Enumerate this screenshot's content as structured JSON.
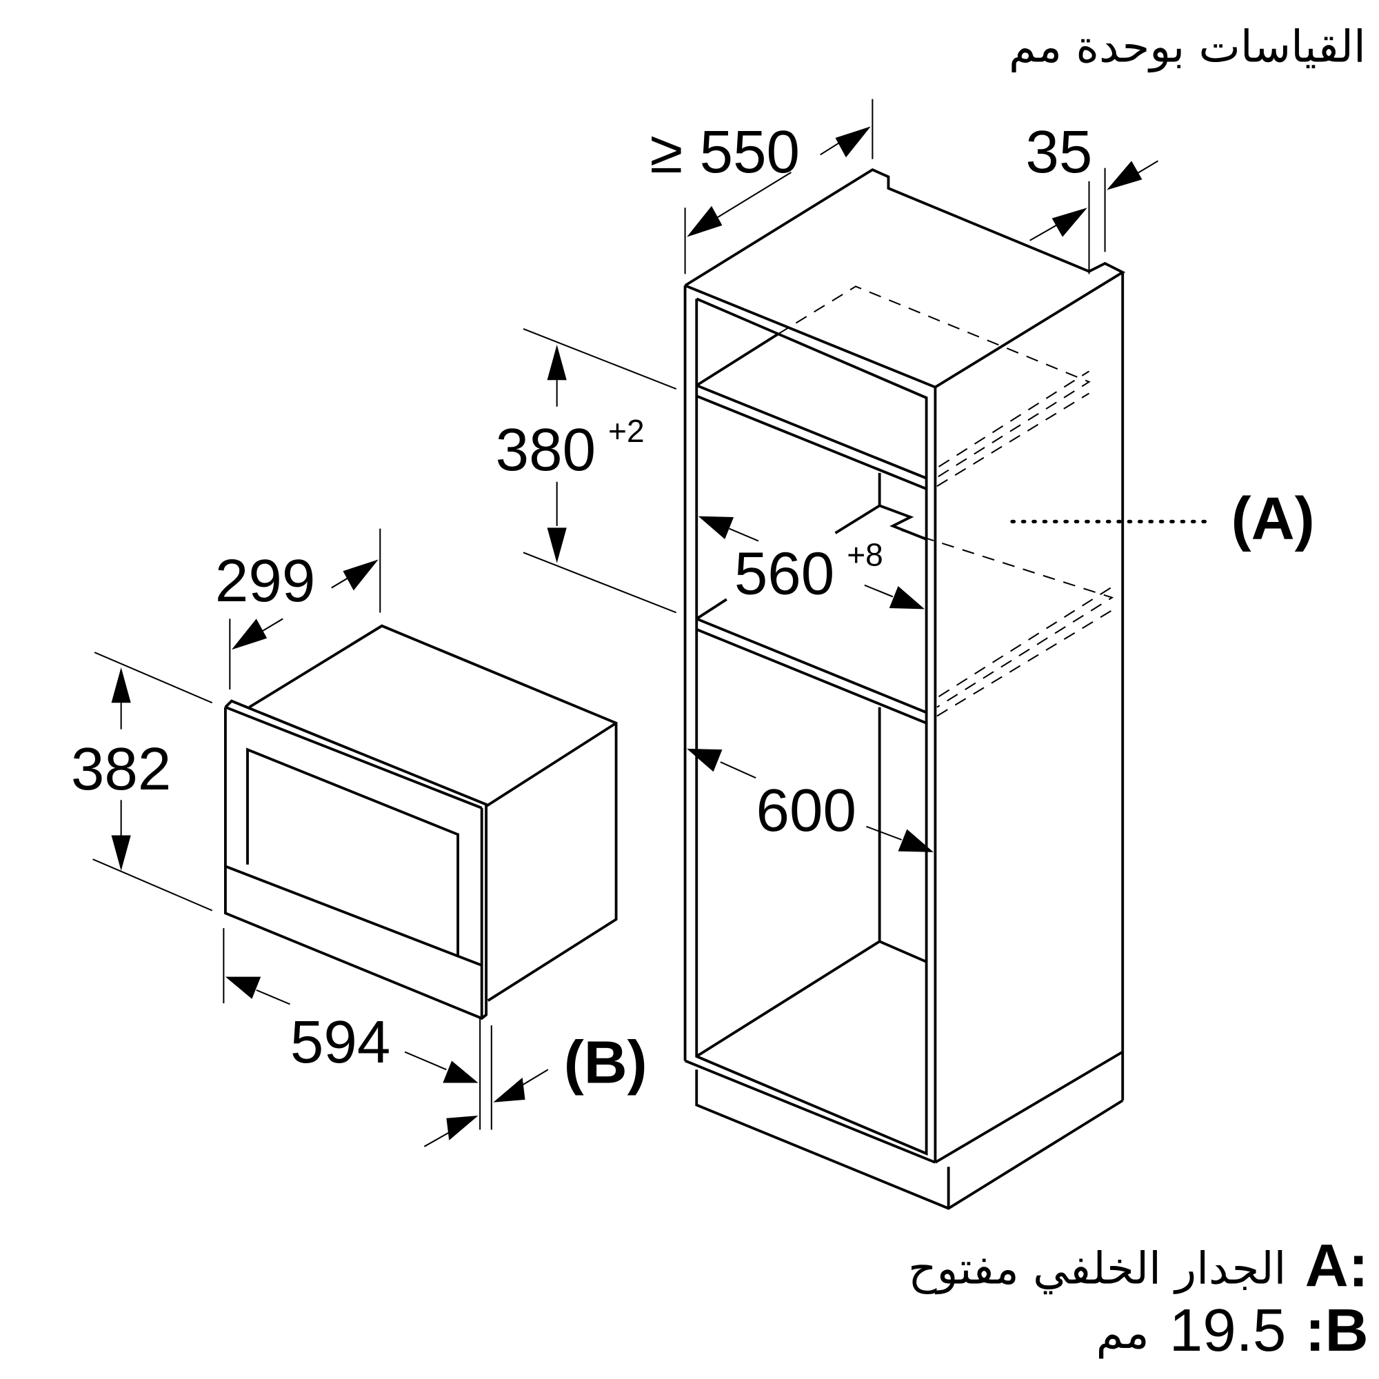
{
  "header": {
    "units_note": "القياسات بوحدة مم"
  },
  "microwave": {
    "height": "382",
    "depth": "299",
    "width": "594",
    "label_b": "(B)"
  },
  "cabinet": {
    "depth": "≥ 550",
    "rear_gap": "35",
    "niche_height": "380",
    "niche_height_tol": "+2",
    "niche_width": "560",
    "niche_width_tol": "+8",
    "cabinet_width": "600",
    "label_a": "(A)"
  },
  "legend": {
    "a_key": "A:",
    "a_text": "الجدار الخلفي مفتوح",
    "b_key": ":B",
    "b_value": "19.5",
    "b_unit": "مم"
  }
}
